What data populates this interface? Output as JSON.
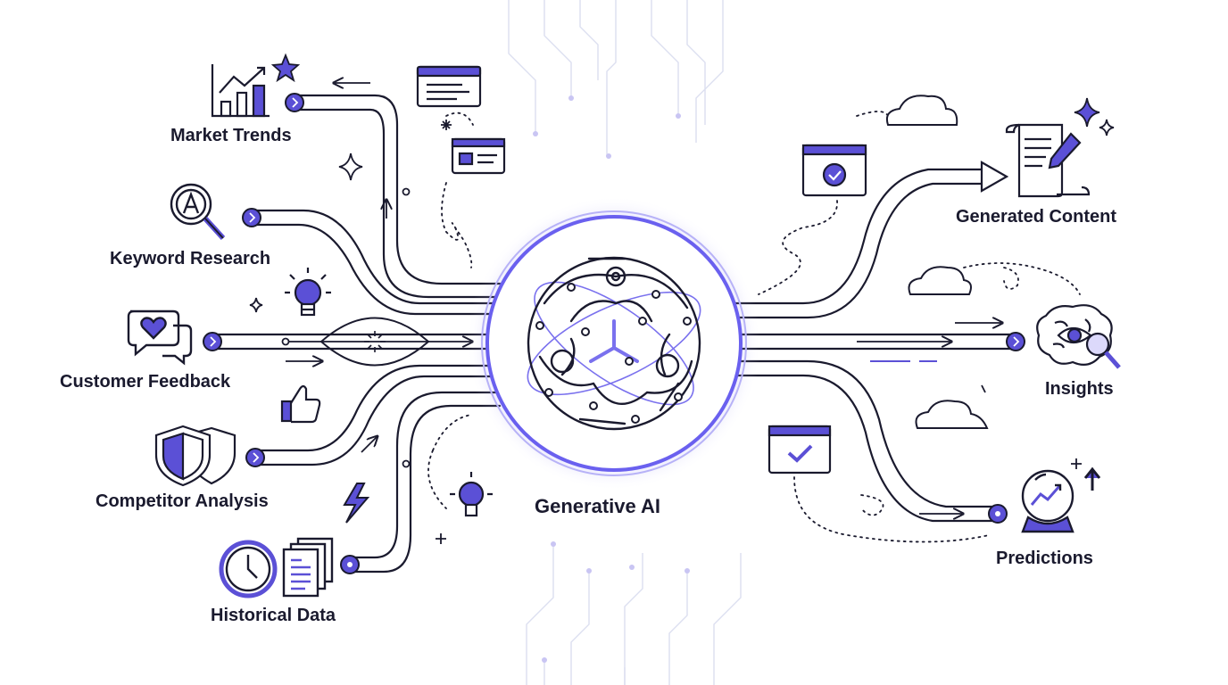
{
  "colors": {
    "accent": "#5b50d6",
    "accent_light": "#dcd9fb",
    "ink": "#1a1a2e",
    "circuit": "#d9dcef",
    "glow": "#6a60ef"
  },
  "hub": {
    "label": "Generative AI",
    "icon": "brain-circuit-icon"
  },
  "inputs": [
    {
      "label": "Market Trends",
      "icon": "chart-growth-icon"
    },
    {
      "label": "Keyword Research",
      "icon": "magnifier-letter-icon"
    },
    {
      "label": "Customer Feedback",
      "icon": "chat-heart-icon"
    },
    {
      "label": "Competitor Analysis",
      "icon": "shield-icon"
    },
    {
      "label": "Historical Data",
      "icon": "clock-documents-icon"
    }
  ],
  "outputs": [
    {
      "label": "Generated Content",
      "icon": "scroll-pen-icon"
    },
    {
      "label": "Insights",
      "icon": "brain-eye-icon"
    },
    {
      "label": "Predictions",
      "icon": "crystal-ball-icon"
    }
  ]
}
